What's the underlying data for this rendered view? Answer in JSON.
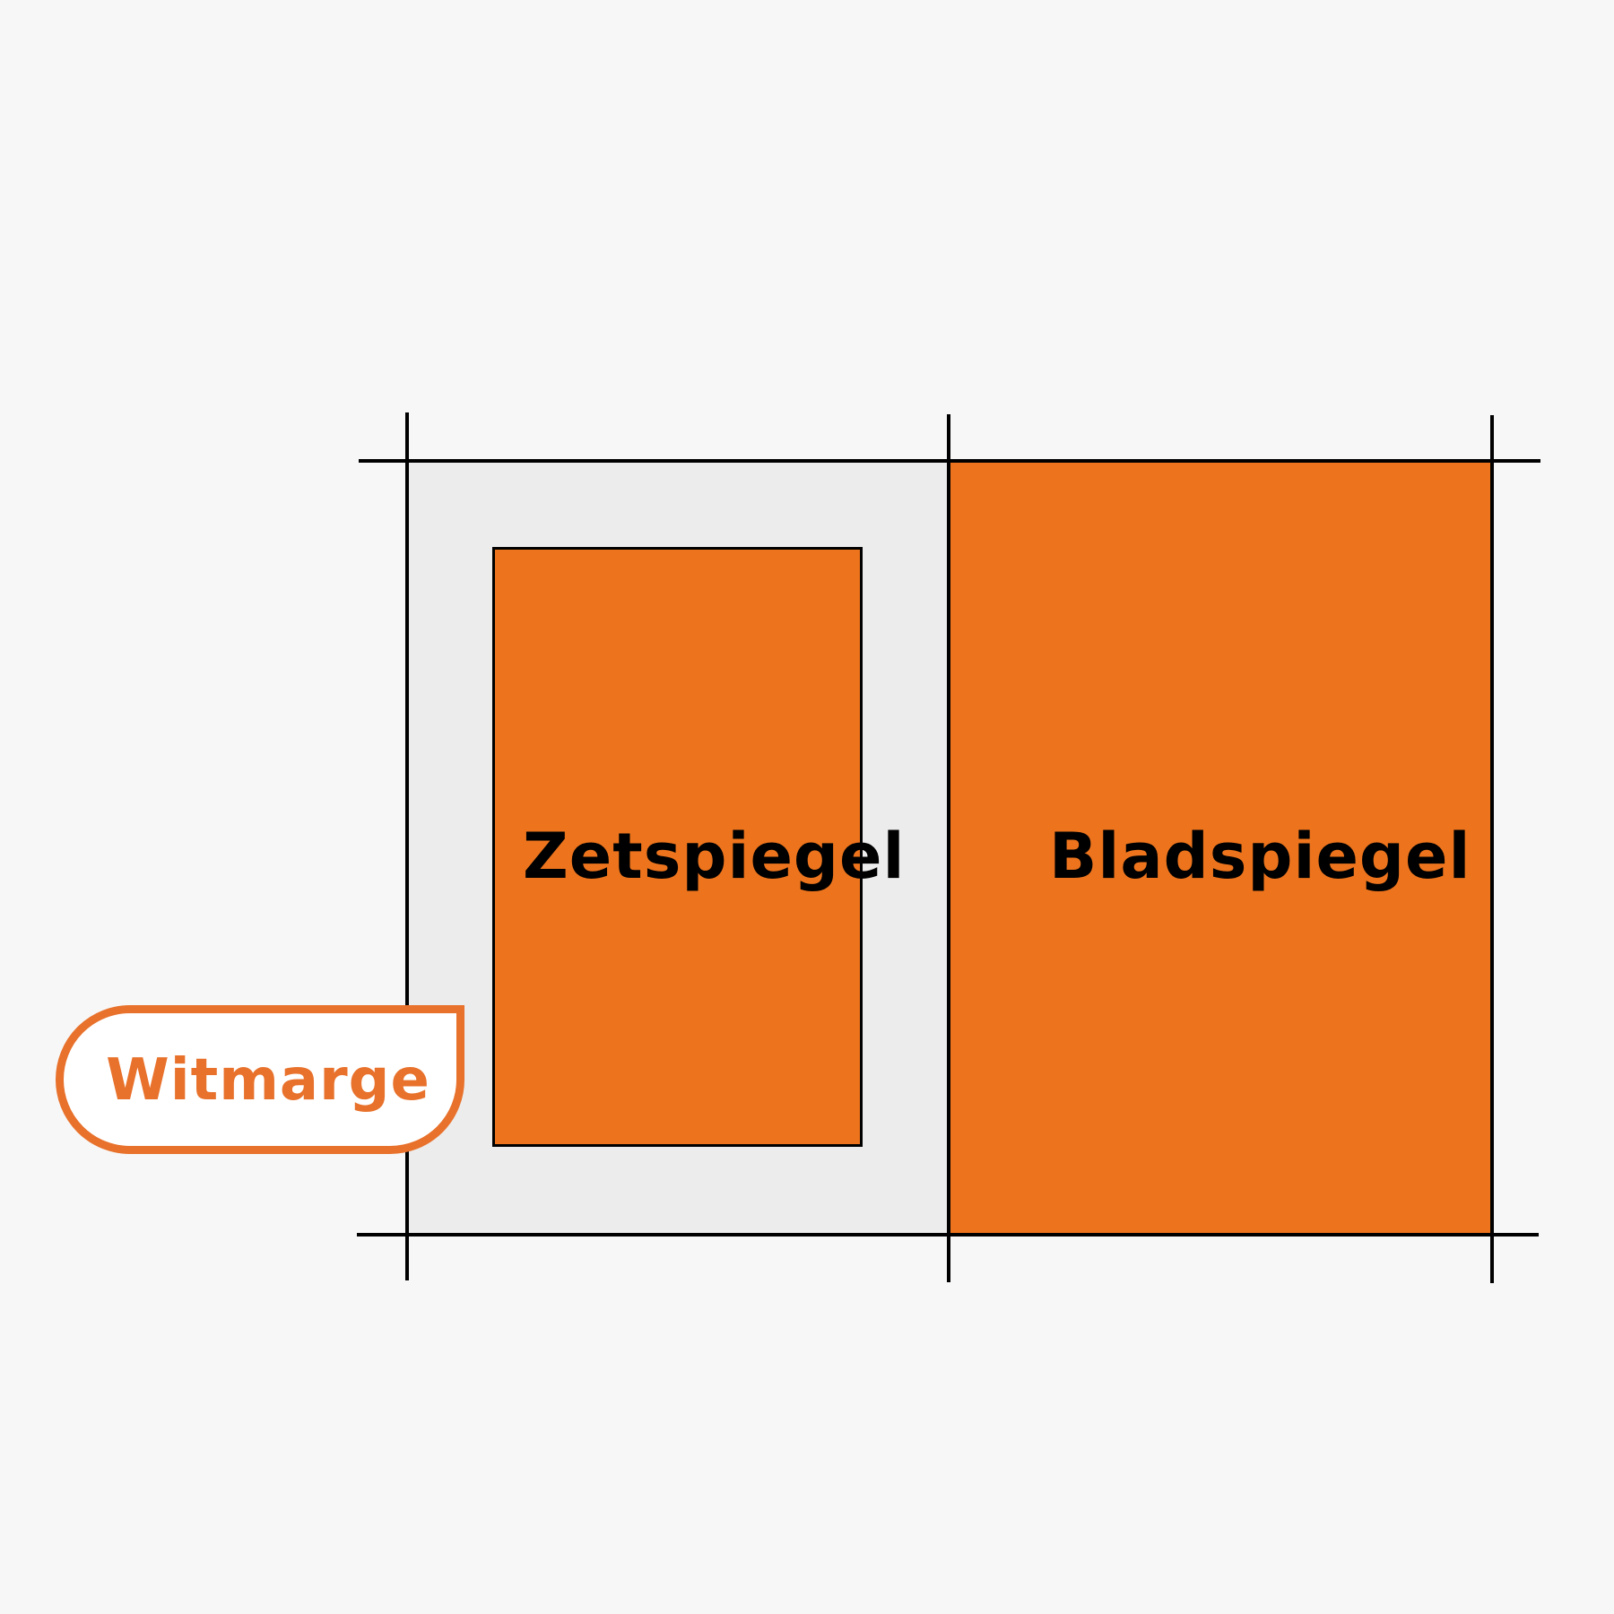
{
  "diagram": {
    "title": "",
    "colors": {
      "background": "#f7f7f7",
      "margin_area": "#ececec",
      "accent_orange": "#ed741d",
      "label_orange": "#e8712b",
      "line": "#000000"
    },
    "labels": {
      "zetspiegel": "Zetspiegel",
      "bladspiegel": "Bladspiegel",
      "witmarge": "Witmarge"
    },
    "description": "Two-page spread: left page grey with inner orange type area (Zetspiegel), right page fully orange (Bladspiegel), crop marks at corners, callout label Witmarge."
  }
}
